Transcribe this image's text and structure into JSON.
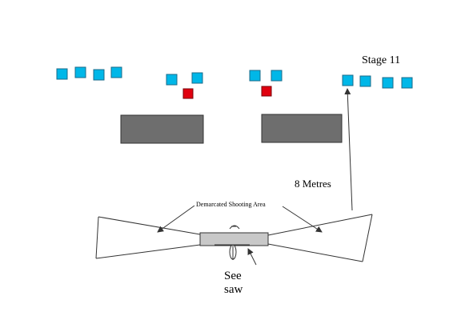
{
  "stage_title": "Stage 11",
  "distance_label": "8 Metres",
  "shooting_area_label": "Demarcated Shooting Area",
  "seesaw_label_line1": "See",
  "seesaw_label_line2": "saw",
  "colors": {
    "paper_target": "#00b7e8",
    "steel_target": "#e0000f",
    "barrier": "#6e6e6e",
    "platform": "#c8c8c8",
    "line": "#333333"
  }
}
